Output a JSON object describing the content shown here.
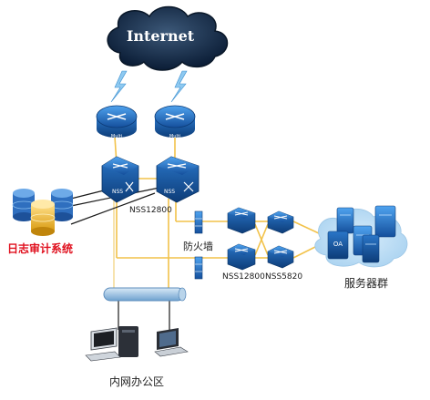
{
  "internet": {
    "label": "Internet"
  },
  "routers": [
    {
      "tag": "Multi"
    },
    {
      "tag": "Multi"
    }
  ],
  "core_switch": {
    "label": "NSS12800",
    "tag": "NSS"
  },
  "log_audit": {
    "label": "日志审计系统"
  },
  "firewall": {
    "label": "防火墙"
  },
  "access_switches": [
    {
      "label": "NSS12800"
    },
    {
      "label": "NSS5820"
    }
  ],
  "server_cluster": {
    "label": "服务器群",
    "tag": "OA"
  },
  "office": {
    "label": "内网办公区"
  },
  "colors": {
    "link": "#f2c24a",
    "device": "#1f6ec6",
    "cloud": "#0f2a4d",
    "alert": "#e0101e"
  }
}
